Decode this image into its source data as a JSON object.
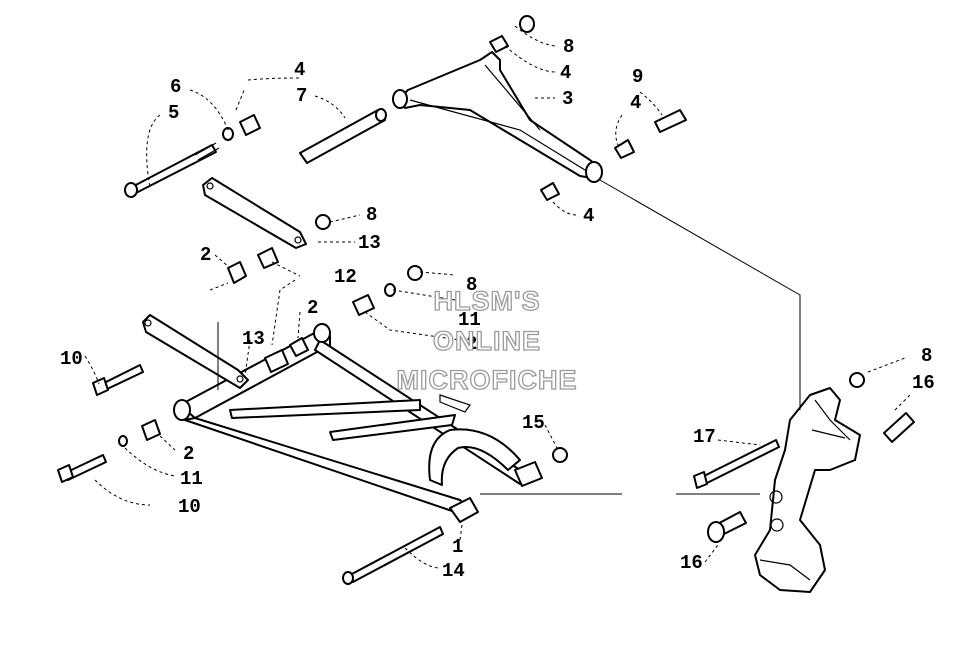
{
  "watermark": {
    "line1": "HLSM'S",
    "line2": "ONLINE",
    "line3": "MICROFICHE"
  },
  "callouts": {
    "c1": "1",
    "c2a": "2",
    "c2b": "2",
    "c2c": "2",
    "c2d": "2",
    "c3": "3",
    "c4a": "4",
    "c4b": "4",
    "c4c": "4",
    "c4d": "4",
    "c5": "5",
    "c6": "6",
    "c7": "7",
    "c8a": "8",
    "c8b": "8",
    "c8c": "8",
    "c8d": "8",
    "c9": "9",
    "c10a": "10",
    "c10b": "10",
    "c11a": "11",
    "c11b": "11",
    "c12": "12",
    "c13a": "13",
    "c13b": "13",
    "c14": "14",
    "c15": "15",
    "c16a": "16",
    "c16b": "16",
    "c17": "17"
  }
}
